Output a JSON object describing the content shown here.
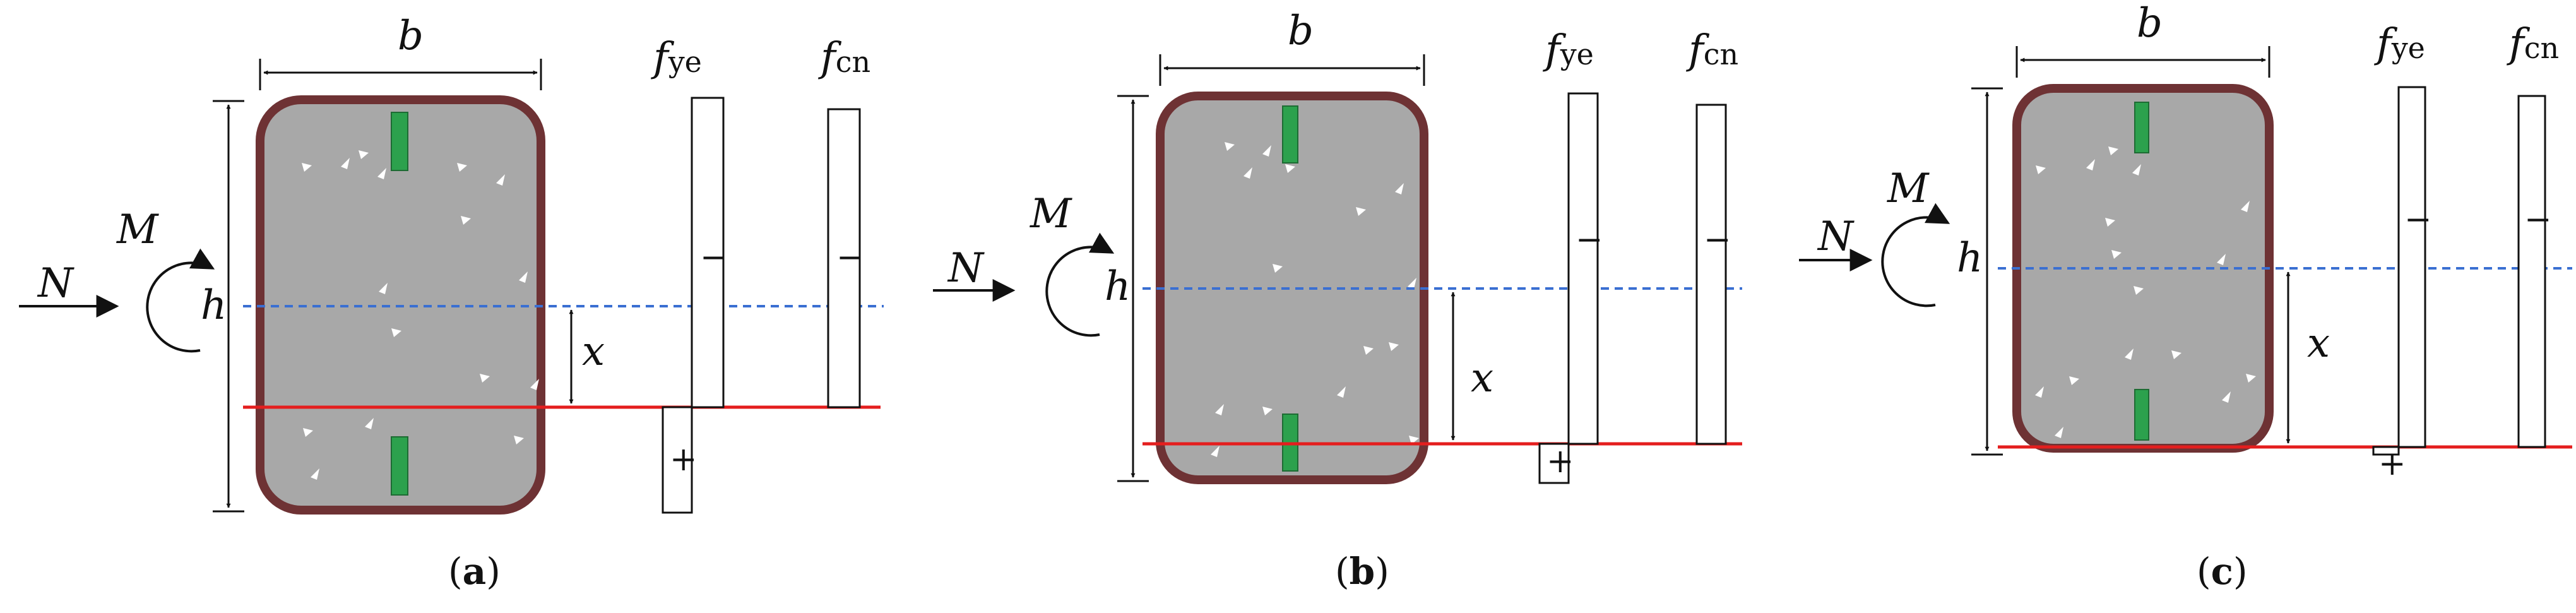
{
  "colors": {
    "steel_tube": "#6e3234",
    "concrete": "#a8a8a8",
    "rebar": "#2ca14d",
    "neutral_axis": "#3a6fd2",
    "strain_limit": "#e41e1e",
    "aggregate": "#ffffff",
    "ink": "#111111"
  },
  "symbols": {
    "width": "b",
    "height": "h",
    "axial_force": "N",
    "moment": "M",
    "neutral_axis_depth": "x",
    "f_letter": "f",
    "steel_sub": "ye",
    "concrete_sub": "cn",
    "compression_sign": "−",
    "tension_sign": "+"
  },
  "panels": [
    {
      "letter": "a",
      "open": "(",
      "close": ")"
    },
    {
      "letter": "b",
      "open": "(",
      "close": ")"
    },
    {
      "letter": "c",
      "open": "(",
      "close": ")"
    }
  ]
}
